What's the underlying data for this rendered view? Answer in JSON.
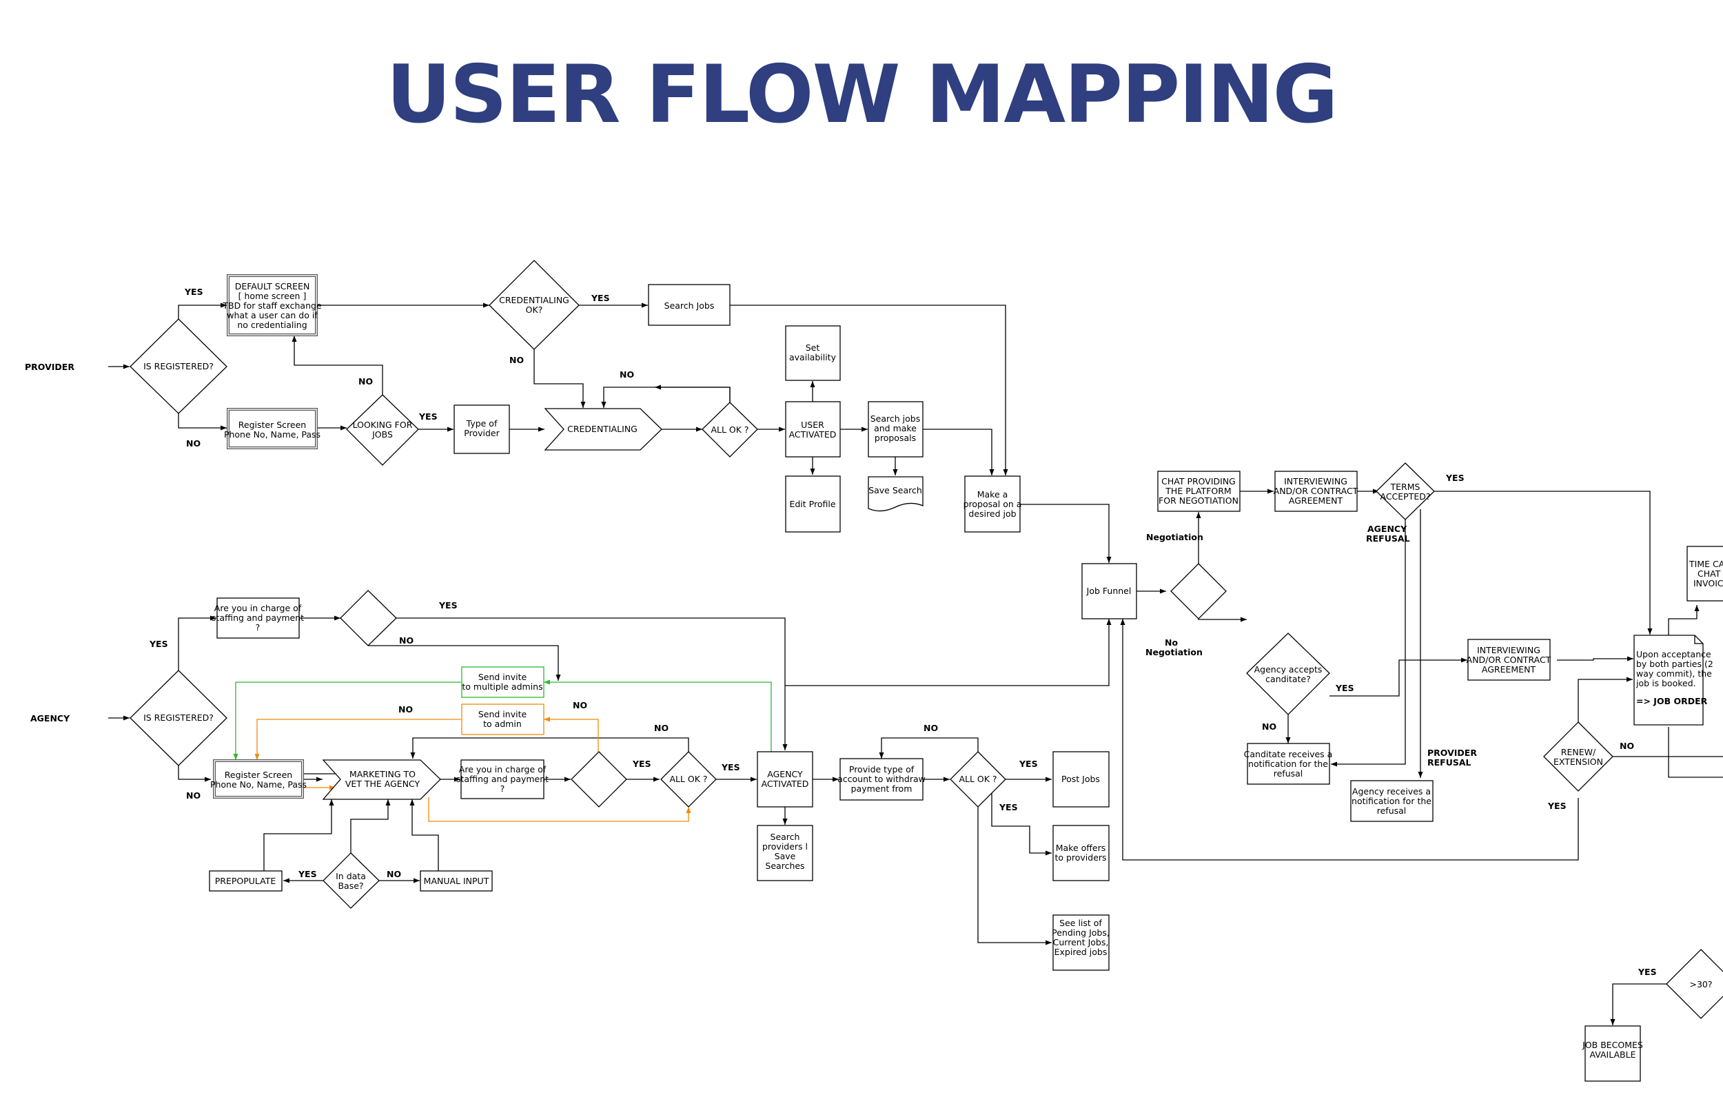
{
  "title": "USER FLOW MAPPING",
  "colors": {
    "title": "#2f3f7f",
    "line": "#000000",
    "green": "#2db82d",
    "orange": "#f08a00"
  },
  "lanes": {
    "provider": "PROVIDER",
    "agency": "AGENCY"
  },
  "flags": {
    "yes": "YES",
    "no": "NO",
    "negotiation": "Negotiation",
    "no_negotiation": [
      "No",
      "Negotiation"
    ],
    "agency_refusal": [
      "AGENCY",
      "REFUSAL"
    ],
    "provider_refusal": [
      "PROVIDER",
      "REFUSAL"
    ]
  },
  "nodes": {
    "p_registered": [
      "IS REGISTERED?"
    ],
    "p_default": [
      "DEFAULT SCREEN",
      "[ home screen ]",
      "TBD for staff exchange",
      "what a user can do if",
      "no credentialing"
    ],
    "p_register": [
      "Register Screen",
      "Phone No, Name, Pass"
    ],
    "p_looking": [
      "LOOKING FOR",
      "JOBS"
    ],
    "p_type": [
      "Type of",
      "Provider"
    ],
    "p_cred_ok": [
      "CREDENTIALING",
      "OK?"
    ],
    "p_search": [
      "Search Jobs"
    ],
    "p_credentialing": [
      "CREDENTIALING"
    ],
    "p_all_ok": [
      "ALL OK ?"
    ],
    "p_set_avail": [
      "Set",
      "availability"
    ],
    "p_activated": [
      "USER",
      "ACTIVATED"
    ],
    "p_edit": [
      "Edit Profile"
    ],
    "p_search_proposals": [
      "Search jobs",
      "and make",
      "proposals"
    ],
    "p_save": [
      "Save Search"
    ],
    "p_proposal": [
      "Make a",
      "proposal on a",
      "desired job"
    ],
    "job_funnel": [
      "Job Funnel"
    ],
    "chat": [
      "CHAT PROVIDING",
      "THE PLATFORM",
      "FOR NEGOTIATION"
    ],
    "interview1": [
      "INTERVIEWING",
      "AND/OR CONTRACT",
      "AGREEMENT"
    ],
    "terms": [
      "TERMS",
      "ACCEPTED?"
    ],
    "accepts": [
      "Agency accepts",
      "canditate?"
    ],
    "interview2": [
      "INTERVIEWING",
      "AND/OR CONTRACT",
      "AGREEMENT"
    ],
    "cand_notif": [
      "Canditate receives a",
      "notification for the",
      "refusal"
    ],
    "agency_notif": [
      "Agency receives a",
      "notification for the",
      "refusal"
    ],
    "time_card": [
      "TIME CAR",
      "CHAT",
      "INVOICI"
    ],
    "job_order": [
      "Upon acceptance",
      "by both parties (2",
      "way commit), the",
      "job is booked."
    ],
    "job_order_tag": "=> JOB ORDER",
    "renew": [
      "RENEW/",
      "EXTENSION"
    ],
    "gt30": [
      ">30?"
    ],
    "job_available": [
      "JOB BECOMES",
      "AVAILABLE"
    ],
    "a_registered": [
      "IS REGISTERED?"
    ],
    "a_charge1": [
      "Are you in charge of",
      "staffing and payment",
      "?"
    ],
    "a_send_multi": [
      "Send invite",
      "to multiple admins"
    ],
    "a_send_admin": [
      "Send invite",
      "to admin"
    ],
    "a_register": [
      "Register Screen",
      "Phone No, Name, Pass"
    ],
    "a_marketing": [
      "MARKETING TO",
      "VET THE AGENCY"
    ],
    "a_charge2": [
      "Are you in charge of",
      "staffing and payment",
      "?"
    ],
    "a_all_ok": [
      "ALL OK ?"
    ],
    "a_activated": [
      "AGENCY",
      "ACTIVATED"
    ],
    "a_search_providers": [
      "Search",
      "providers l",
      "Save",
      "Searches"
    ],
    "a_payment": [
      "Provide type of",
      "account to withdraw",
      "payment from"
    ],
    "a_all_ok2": [
      "ALL OK ?"
    ],
    "a_post": [
      "Post Jobs"
    ],
    "a_offers": [
      "Make offers",
      "to providers"
    ],
    "a_list": [
      "See list of",
      "Pending Jobs,",
      "Current Jobs,",
      "Expired jobs"
    ],
    "a_prepopulate": [
      "PREPOPULATE"
    ],
    "a_database": [
      "In data",
      "Base?"
    ],
    "a_manual": [
      "MANUAL INPUT"
    ]
  }
}
